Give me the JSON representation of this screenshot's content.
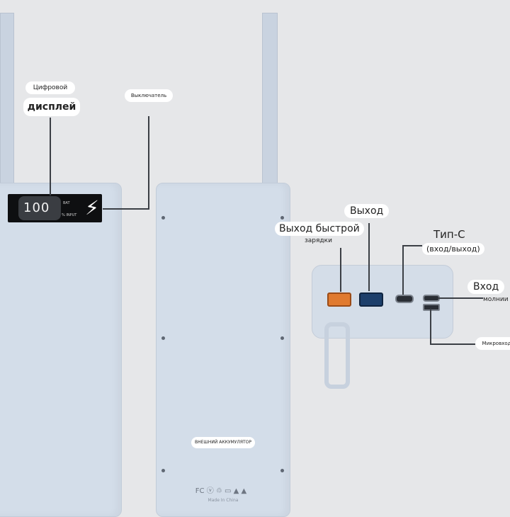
{
  "labels": {
    "digital_line1": "Цифровой",
    "digital_line2": "дисплей",
    "switch": "Выключатель",
    "output": "Выход",
    "fast_output_line1": "Выход быстрой",
    "fast_output_line2": "зарядки",
    "type_c_line1": "Тип-С",
    "type_c_line2": "(вход/выход)",
    "lightning_line1": "Вход",
    "lightning_line2": "молнии",
    "micro_input": "Микровход",
    "back_sticker": "ВНЕШНИЙ АККУМУЛЯТОР",
    "made_in": "Made In China"
  },
  "display": {
    "value": "100",
    "small_top": "BAT",
    "small_bottom": "% INPUT",
    "bolt_icon": "lightning-bolt-icon"
  },
  "colors": {
    "background": "#e6e7e9",
    "body": "#d3dde9",
    "fast_port": "#e07a2f",
    "usb_port": "#1d3f6b"
  }
}
